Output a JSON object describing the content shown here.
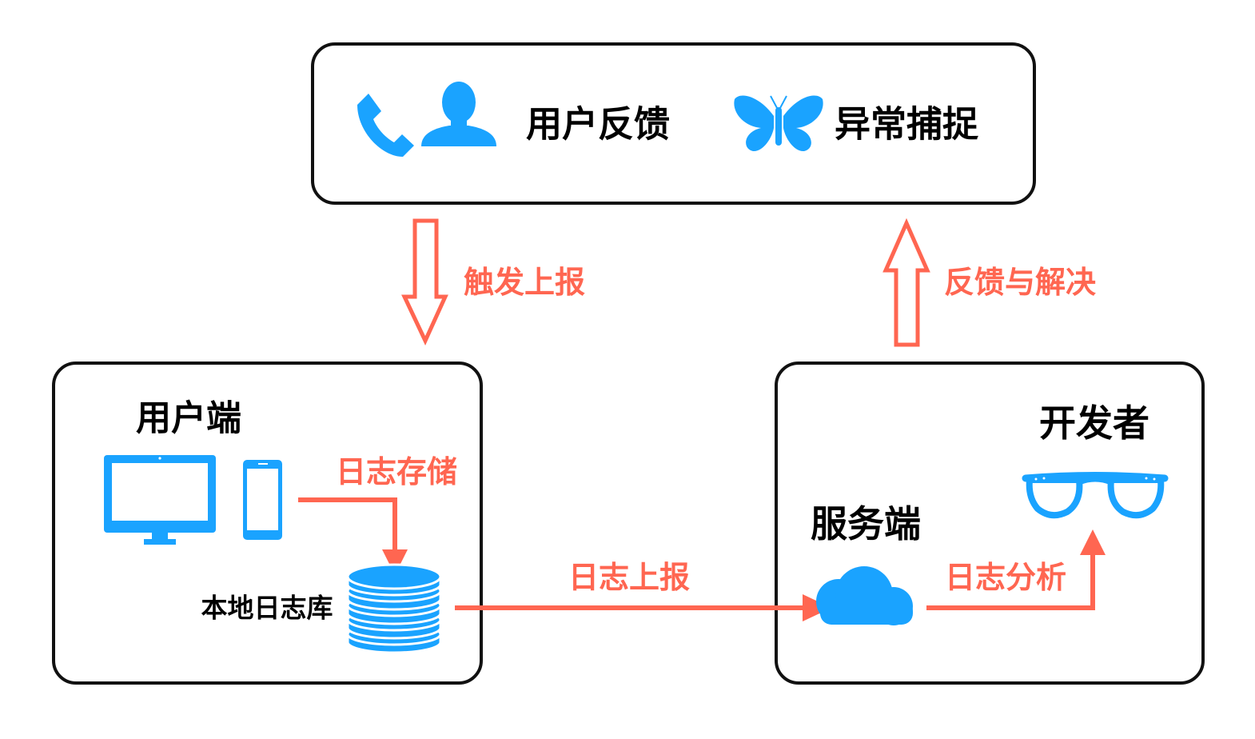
{
  "top_box": {
    "user_feedback": "用户反馈",
    "exception_capture": "异常捕捉"
  },
  "client_box": {
    "title": "用户端",
    "storage_label": "日志存储",
    "local_db_label": "本地日志库"
  },
  "server_box": {
    "developer_label": "开发者",
    "server_label": "服务端",
    "analysis_label": "日志分析"
  },
  "flows": {
    "trigger_report": "触发上报",
    "feedback_resolve": "反馈与解决",
    "log_upload": "日志上报"
  },
  "colors": {
    "icon_blue": "#1aa3ff",
    "flow_red": "#ff6651",
    "box_stroke": "#111111"
  },
  "icons": [
    "phone-icon",
    "user-icon",
    "butterfly-icon",
    "monitor-icon",
    "phone-device-icon",
    "database-icon",
    "cloud-icon",
    "glasses-icon"
  ]
}
